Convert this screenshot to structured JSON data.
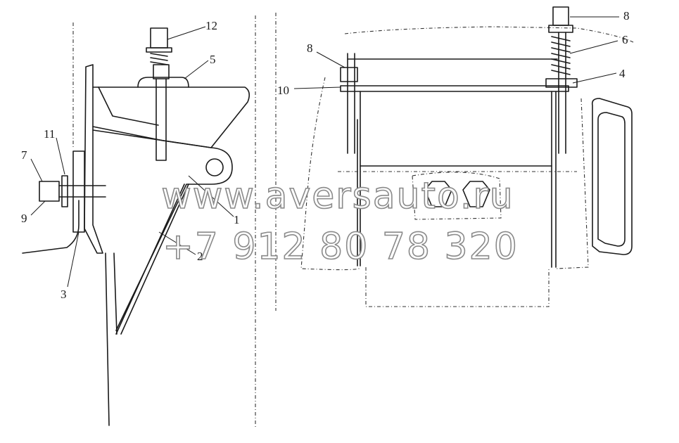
{
  "watermark": {
    "site": "www.aversauto.ru",
    "phone": "+7 912 80 78 320"
  },
  "left_view": {
    "callouts": [
      "12",
      "5",
      "11",
      "7",
      "9",
      "3",
      "1",
      "2"
    ]
  },
  "right_view": {
    "callouts": [
      "8",
      "8",
      "6",
      "10",
      "4"
    ]
  }
}
